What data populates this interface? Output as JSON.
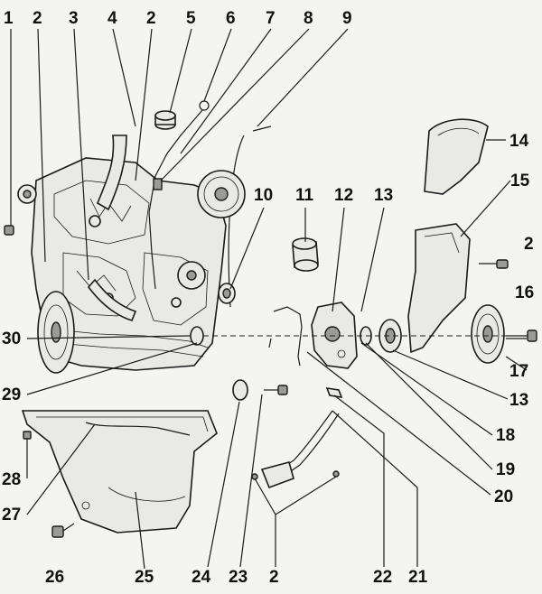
{
  "callouts": {
    "c1": "1",
    "c2a": "2",
    "c3": "3",
    "c4": "4",
    "c2b": "2",
    "c5": "5",
    "c6": "6",
    "c7": "7",
    "c8": "8",
    "c9": "9",
    "c10": "10",
    "c11": "11",
    "c12": "12",
    "c13a": "13",
    "c14": "14",
    "c15": "15",
    "c2c": "2",
    "c16": "16",
    "c30": "30",
    "c17": "17",
    "c13b": "13",
    "c29": "29",
    "c18": "18",
    "c19": "19",
    "c28": "28",
    "c20": "20",
    "c27": "27",
    "c26": "26",
    "c25": "25",
    "c24": "24",
    "c23": "23",
    "c2d": "2",
    "c22": "22",
    "c21": "21"
  },
  "colors": {
    "ink": "#1a1a1a",
    "paper": "#f4f4f2",
    "metal": "#e9e9e6",
    "shade": "#9a9a96"
  }
}
